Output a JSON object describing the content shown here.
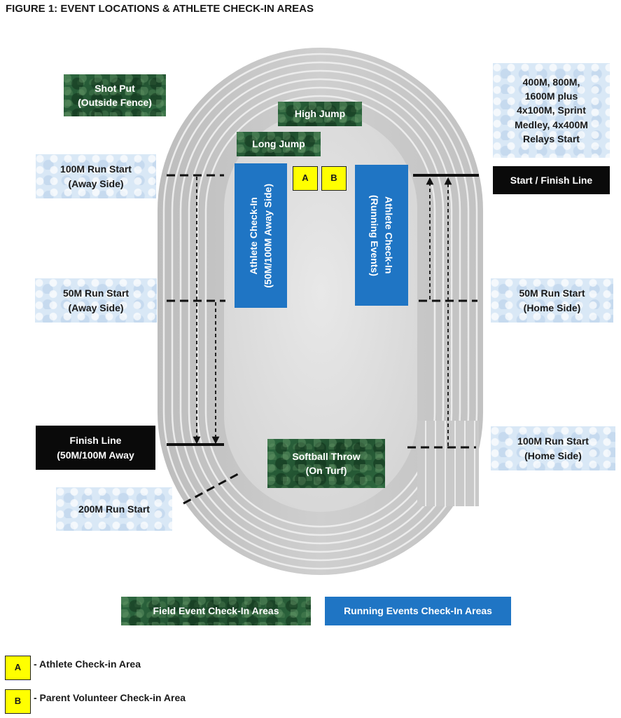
{
  "figure_title": "FIGURE 1:  EVENT LOCATIONS & ATHLETE CHECK-IN AREAS",
  "labels": {
    "shot_put": "Shot Put\n(Outside Fence)",
    "high_jump": "High Jump",
    "long_jump": "Long Jump",
    "relays_start": "400M, 800M,\n1600M plus\n4x100M, Sprint\nMedley, 4x400M\nRelays Start",
    "start_finish": "Start / Finish Line",
    "run100_away": "100M Run Start\n(Away Side)",
    "run50_away": "50M Run Start\n(Away Side)",
    "run50_home": "50M Run Start\n(Home Side)",
    "run100_home": "100M Run Start\n(Home Side)",
    "finish_away": "Finish Line\n(50M/100M Away",
    "run200_start": "200M Run Start",
    "softball": "Softball Throw\n(On Turf)",
    "checkin_away": "Athlete Check-In\n(50M/100M Away Side)",
    "checkin_running": "Athlete Check-In\n(Running Events)",
    "marker_a": "A",
    "marker_b": "B"
  },
  "legend": {
    "field_events": "Field Event Check-In Areas",
    "running_events": "Running Events Check-In Areas",
    "a_key": "A",
    "a_text": "- Athlete Check-in Area",
    "b_key": "B",
    "b_text": "- Parent Volunteer Check-in Area"
  },
  "colors": {
    "field_green": "#2a5f3a",
    "running_blue": "#1f75c4",
    "marker_yellow": "#ffff00",
    "info_light_blue": "#d9e8f6",
    "track_gray": "#c9c9c9"
  }
}
